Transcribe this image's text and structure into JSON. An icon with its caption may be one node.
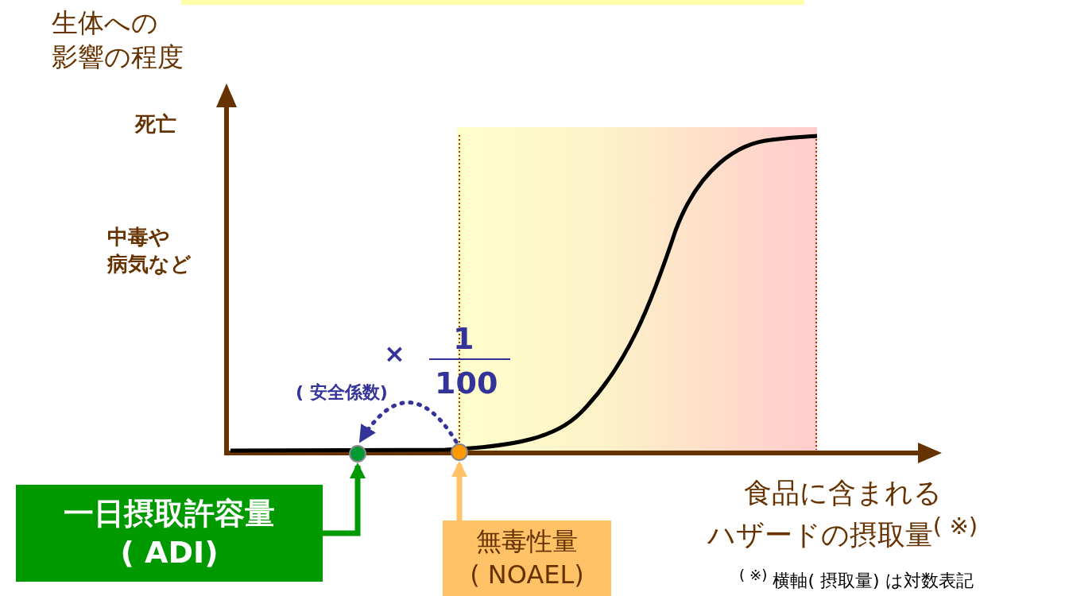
{
  "diagram": {
    "nodes": [
      {
        "text": [],
        "shape": "circle"
      },
      {
        "text": [],
        "shape": "circle"
      },
      {
        "text": [
          "一日摂取許容量( ADI)"
        ]
      },
      {
        "text": [
          "無毒性量( NOAEL)"
        ]
      }
    ],
    "edges": [
      {
        "from": 2,
        "to": 0,
        "arrow": "to",
        "color": "#009900"
      },
      {
        "from": 3,
        "to": 1,
        "arrow": "to",
        "color": "#ffc266"
      },
      {
        "from": 1,
        "to": 0,
        "arrow": "to",
        "style": "dashed",
        "color": "#333399"
      }
    ],
    "labels": [
      "生体への影響の程度",
      "死亡",
      "中毒や病気など",
      "×",
      "1",
      "100",
      "( 安全係数)",
      "食品に含まれるハザードの摂取量$^{( ※)}$",
      "$^{( ※)}$ 横軸( 摂取量) は対数表記"
    ]
  }
}
